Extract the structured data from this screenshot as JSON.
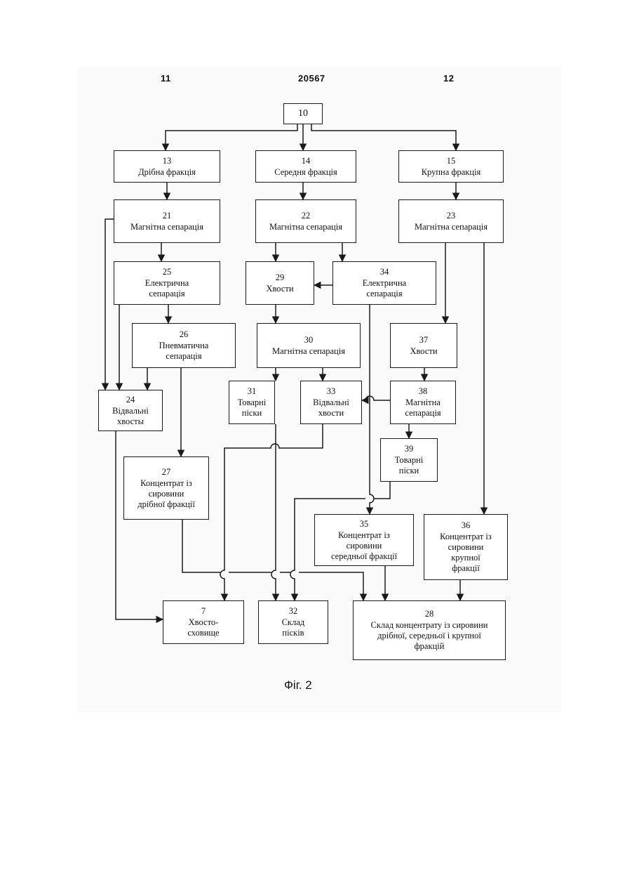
{
  "header": {
    "left_page": "11",
    "doc_number": "20567",
    "right_page": "12"
  },
  "caption": "Фіг. 2",
  "diagram": {
    "nodes": {
      "n10": {
        "num": "10",
        "lines": []
      },
      "n13": {
        "num": "13",
        "lines": [
          "Дрібна фракція"
        ]
      },
      "n14": {
        "num": "14",
        "lines": [
          "Середня фракція"
        ]
      },
      "n15": {
        "num": "15",
        "lines": [
          "Крупна фракція"
        ]
      },
      "n21": {
        "num": "21",
        "lines": [
          "Магнітна сепарація"
        ]
      },
      "n22": {
        "num": "22",
        "lines": [
          "Магнітна сепарація"
        ]
      },
      "n23": {
        "num": "23",
        "lines": [
          "Магнітна сепарація"
        ]
      },
      "n25": {
        "num": "25",
        "lines": [
          "Електрична",
          "сепарація"
        ]
      },
      "n29": {
        "num": "29",
        "lines": [
          "Хвости"
        ]
      },
      "n34": {
        "num": "34",
        "lines": [
          "Електрична",
          "сепарація"
        ]
      },
      "n26": {
        "num": "26",
        "lines": [
          "Пневматична",
          "сепарація"
        ]
      },
      "n30": {
        "num": "30",
        "lines": [
          "Магнітна сепарація"
        ]
      },
      "n37": {
        "num": "37",
        "lines": [
          "Хвости"
        ]
      },
      "n24": {
        "num": "24",
        "lines": [
          "Відвальні",
          "хвосты"
        ]
      },
      "n31": {
        "num": "31",
        "lines": [
          "Товарні",
          "піски"
        ]
      },
      "n33": {
        "num": "33",
        "lines": [
          "Відвальні",
          "хвости"
        ]
      },
      "n38": {
        "num": "38",
        "lines": [
          "Магнітна",
          "сепарація"
        ]
      },
      "n39": {
        "num": "39",
        "lines": [
          "Товарні",
          "піски"
        ]
      },
      "n27": {
        "num": "27",
        "lines": [
          "Концентрат із",
          "сировини",
          "дрібної фракції"
        ]
      },
      "n35": {
        "num": "35",
        "lines": [
          "Концентрат із",
          "сировини",
          "середньої фракції"
        ]
      },
      "n36": {
        "num": "36",
        "lines": [
          "Концентрат із",
          "сировини",
          "крупної",
          "фракції"
        ]
      },
      "n7": {
        "num": "7",
        "lines": [
          "Хвосто-",
          "сховище"
        ]
      },
      "n32": {
        "num": "32",
        "lines": [
          "Склад",
          "пісків"
        ]
      },
      "n28": {
        "num": "28",
        "lines": [
          "Склад концентрату із сировини",
          "дрібної, середньої і крупної",
          "фракцій"
        ]
      }
    }
  }
}
